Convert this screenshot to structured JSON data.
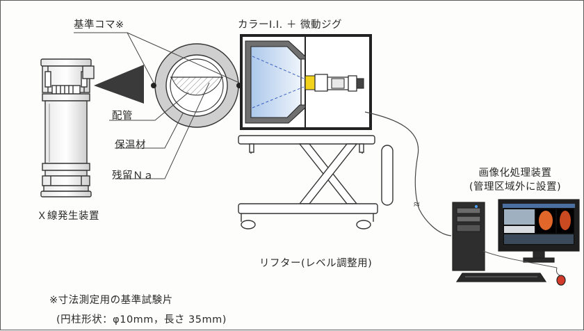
{
  "labels": {
    "reference_piece": "基準コマ※",
    "color_ii_jig": "カラーI.I. ＋ 微動ジグ",
    "pipe": "配管",
    "insulation": "保温材",
    "residual_na": "残留Ｎａ",
    "xray_generator": "Ｘ線発生装置",
    "processor_line1": "画像化処理装置",
    "processor_line2": "(管理区域外に設置)",
    "lifter": "リフター(レベル調整用)",
    "footnote_line1": "※寸法測定用の基準試験片",
    "footnote_line2": "(円柱形状：φ10mm，長さ 35mm)"
  },
  "colors": {
    "line": "#333333",
    "xray_beam": "#3a3a3a",
    "ii_blue": "#cfe0f5",
    "laser_red": "#e03a2a",
    "chip_yellow": "#f2d21a",
    "monitor_orange": "#e0662a",
    "mouse_red": "#d43a2a"
  },
  "icons": [
    "xray-tube-icon",
    "pipe-cross-section-icon",
    "color-ii-icon",
    "lifter-icon",
    "computer-workstation-icon"
  ]
}
